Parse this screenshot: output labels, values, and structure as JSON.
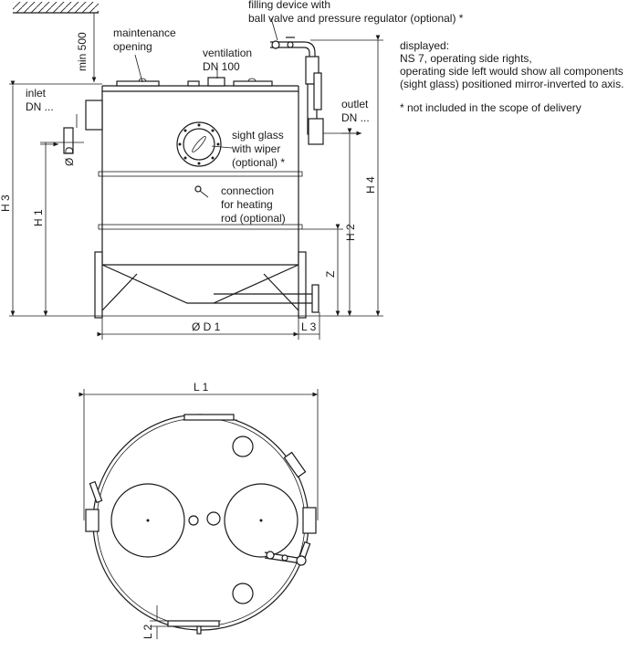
{
  "labels": {
    "min_clearance": "min 500",
    "maintenance": [
      "maintenance",
      "opening"
    ],
    "ventilation": [
      "ventilation",
      "DN 100"
    ],
    "filling": [
      "filling device with",
      "ball valve and pressure regulator (optional) *"
    ],
    "inlet": [
      "inlet",
      "DN ..."
    ],
    "outlet": [
      "outlet",
      "DN ..."
    ],
    "sight_glass": [
      "sight glass",
      "with wiper",
      "(optional) *"
    ],
    "heating": [
      "connection",
      "for heating",
      "rod (optional)"
    ],
    "dim_diameter_inlet": "Ø D",
    "dim_diameter_tank": "Ø D 1",
    "dim_h1": "H 1",
    "dim_h2": "H 2",
    "dim_h3": "H 3",
    "dim_h4": "H 4",
    "dim_z": "Z",
    "dim_l1": "L 1",
    "dim_l2": "L 2",
    "dim_l3": "L 3"
  },
  "notes": {
    "displayed_heading": "displayed:",
    "displayed_lines": [
      "NS 7, operating side rights,",
      "operating side left would show all components",
      "(sight glass) positioned mirror-inverted to axis."
    ],
    "scope_note": "* not included in the scope of delivery"
  }
}
